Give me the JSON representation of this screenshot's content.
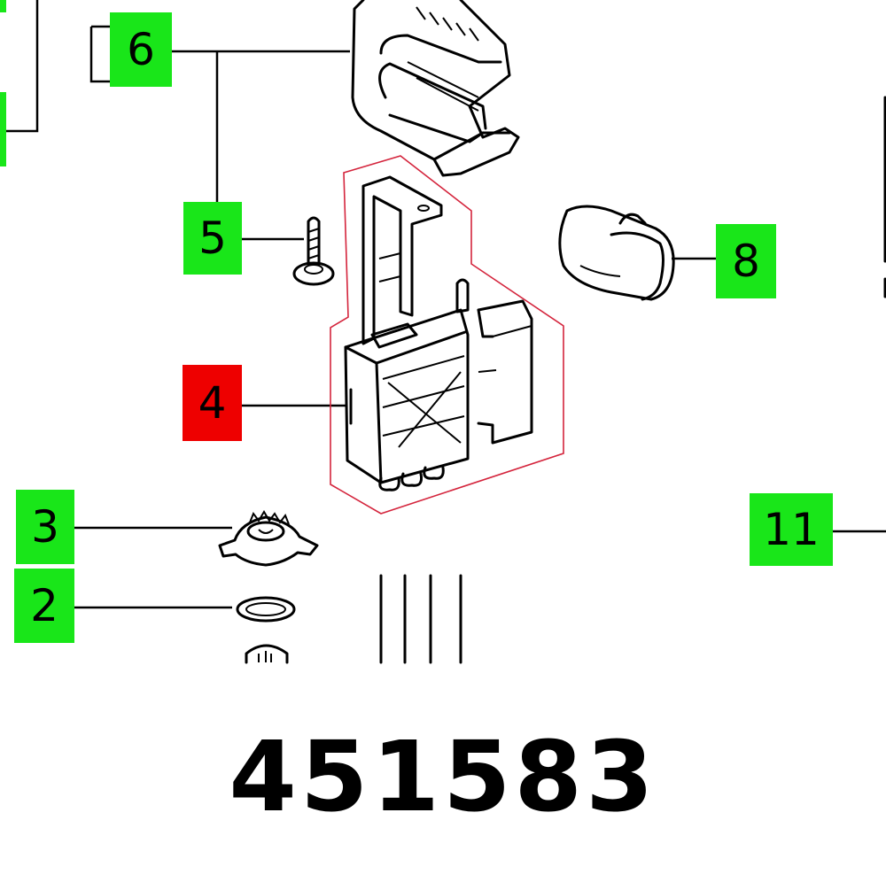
{
  "colors": {
    "callout_default": "#19e619",
    "callout_selected": "#ee0000",
    "selection_outline": "#d4243c",
    "ink": "#000000"
  },
  "callouts": {
    "c6": {
      "text": "6"
    },
    "c5": {
      "text": "5"
    },
    "c4": {
      "text": "4",
      "selected": true
    },
    "c8": {
      "text": "8"
    },
    "c3": {
      "text": "3"
    },
    "c2": {
      "text": "2"
    },
    "c11": {
      "text": "11"
    }
  },
  "part_number": "451583"
}
